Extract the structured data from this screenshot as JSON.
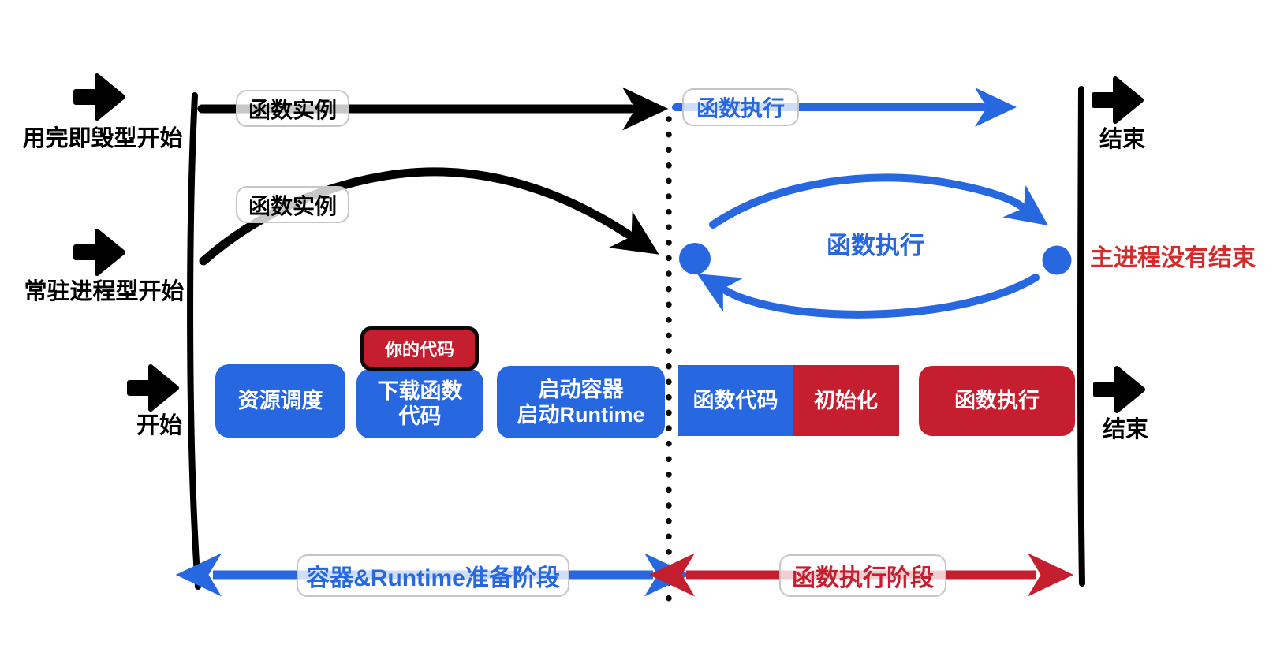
{
  "colors": {
    "blue": "#2767E0",
    "red": "#C41E2F",
    "note_red": "#D22C2C",
    "black": "#000000"
  },
  "icons": {
    "start_arrow": "bold-right-arrow",
    "end_arrow": "bold-right-arrow",
    "instance_dot": "blue-circle"
  },
  "row_top": {
    "start_label": "用完即毁型开始",
    "instance_pill": "函数实例",
    "exec_pill": "函数执行",
    "end_label": "结束"
  },
  "row_middle": {
    "start_label": "常驻进程型开始",
    "instance_pill": "函数实例",
    "exec_label": "函数执行",
    "note": "主进程没有结束"
  },
  "row_bottom": {
    "start_label": "开始",
    "end_label": "结束",
    "code_badge": "你的代码",
    "boxes": [
      {
        "label": "资源调度",
        "color": "blue"
      },
      {
        "label": "下载函数\n代码",
        "color": "blue"
      },
      {
        "label": "启动容器\n启动Runtime",
        "color": "blue"
      },
      {
        "label": "函数代码",
        "color": "blue"
      },
      {
        "label": "初始化",
        "color": "red"
      },
      {
        "label": "函数执行",
        "color": "red"
      }
    ]
  },
  "phases": {
    "prep_label": "容器&Runtime准备阶段",
    "exec_label": "函数执行阶段"
  }
}
